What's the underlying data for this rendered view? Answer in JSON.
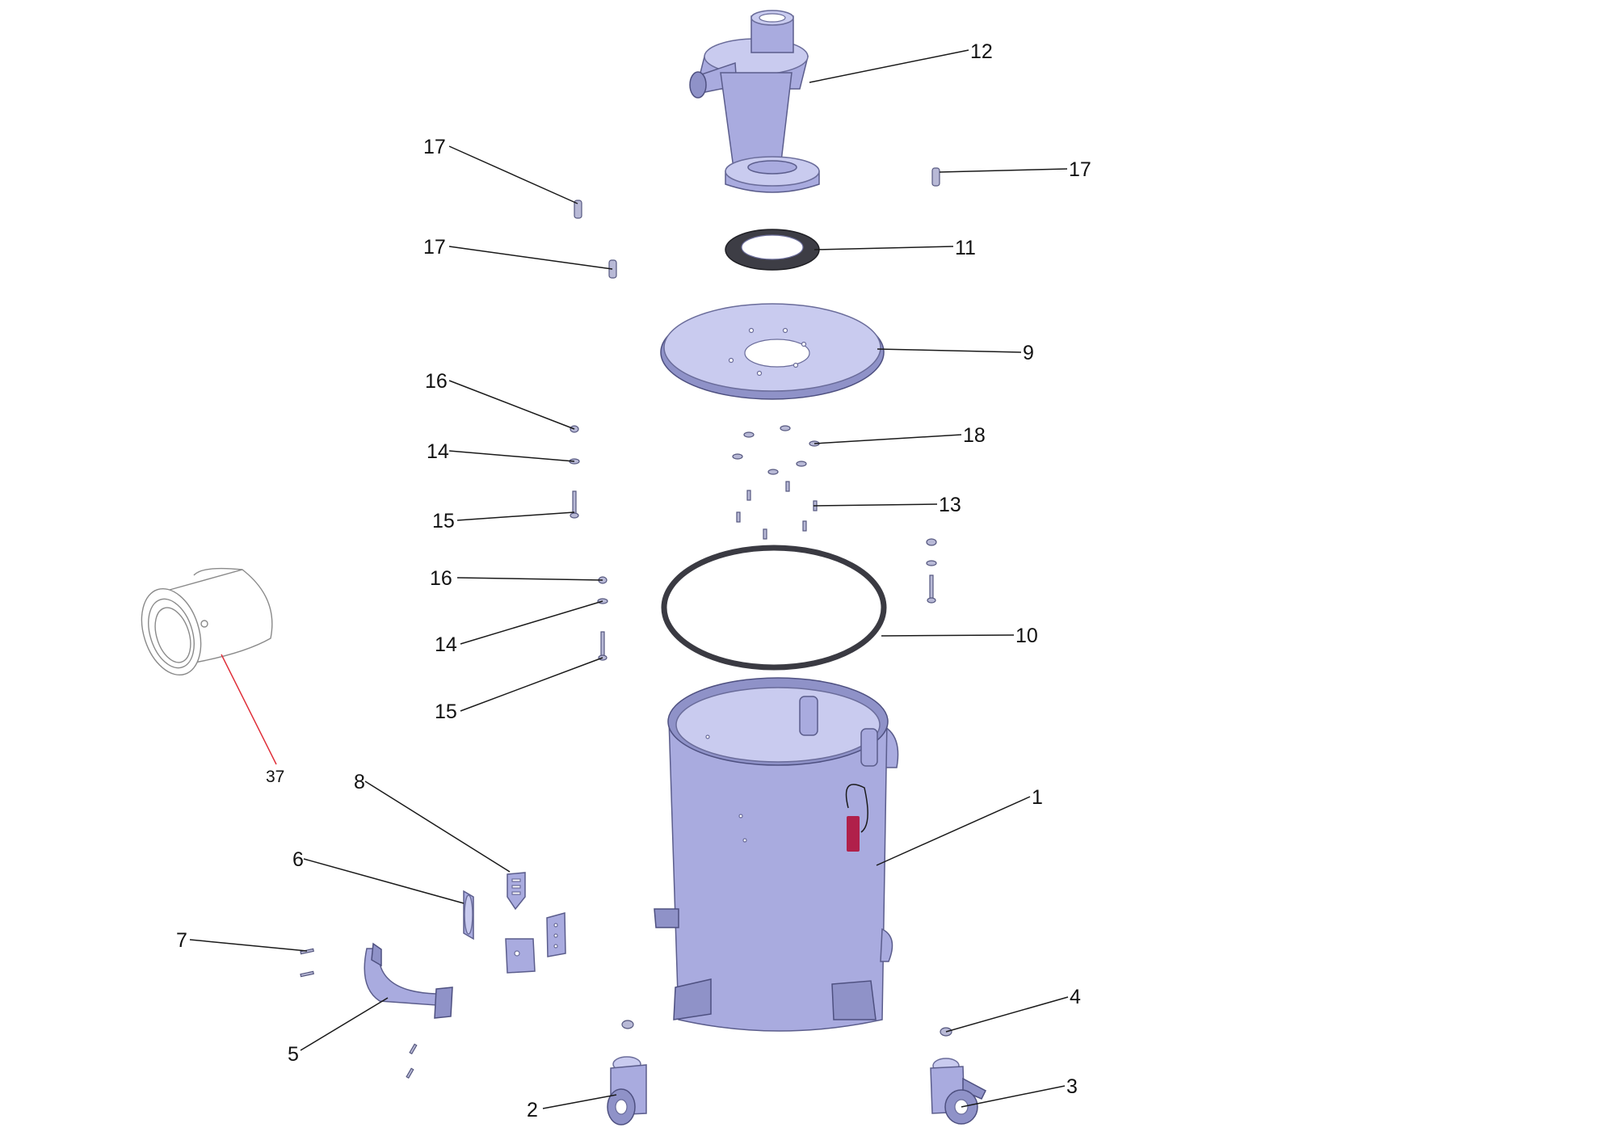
{
  "callouts": [
    {
      "id": "c1",
      "label": "1"
    },
    {
      "id": "c2",
      "label": "2"
    },
    {
      "id": "c3",
      "label": "3"
    },
    {
      "id": "c4",
      "label": "4"
    },
    {
      "id": "c5",
      "label": "5"
    },
    {
      "id": "c6",
      "label": "6"
    },
    {
      "id": "c7",
      "label": "7"
    },
    {
      "id": "c8",
      "label": "8"
    },
    {
      "id": "c9",
      "label": "9"
    },
    {
      "id": "c10",
      "label": "10"
    },
    {
      "id": "c11",
      "label": "11"
    },
    {
      "id": "c12",
      "label": "12"
    },
    {
      "id": "c13",
      "label": "13"
    },
    {
      "id": "c14a",
      "label": "14"
    },
    {
      "id": "c14b",
      "label": "14"
    },
    {
      "id": "c15a",
      "label": "15"
    },
    {
      "id": "c15b",
      "label": "15"
    },
    {
      "id": "c16a",
      "label": "16"
    },
    {
      "id": "c16b",
      "label": "16"
    },
    {
      "id": "c17a",
      "label": "17"
    },
    {
      "id": "c17b",
      "label": "17"
    },
    {
      "id": "c17c",
      "label": "17"
    },
    {
      "id": "c18",
      "label": "18"
    },
    {
      "id": "c37",
      "label": "37"
    }
  ],
  "colors": {
    "part": "#a9abdf",
    "gasket": "#3d3d45",
    "leader": "#1a1a1a",
    "leader_highlight": "#e0303a",
    "label_badge": "#b0204a"
  }
}
